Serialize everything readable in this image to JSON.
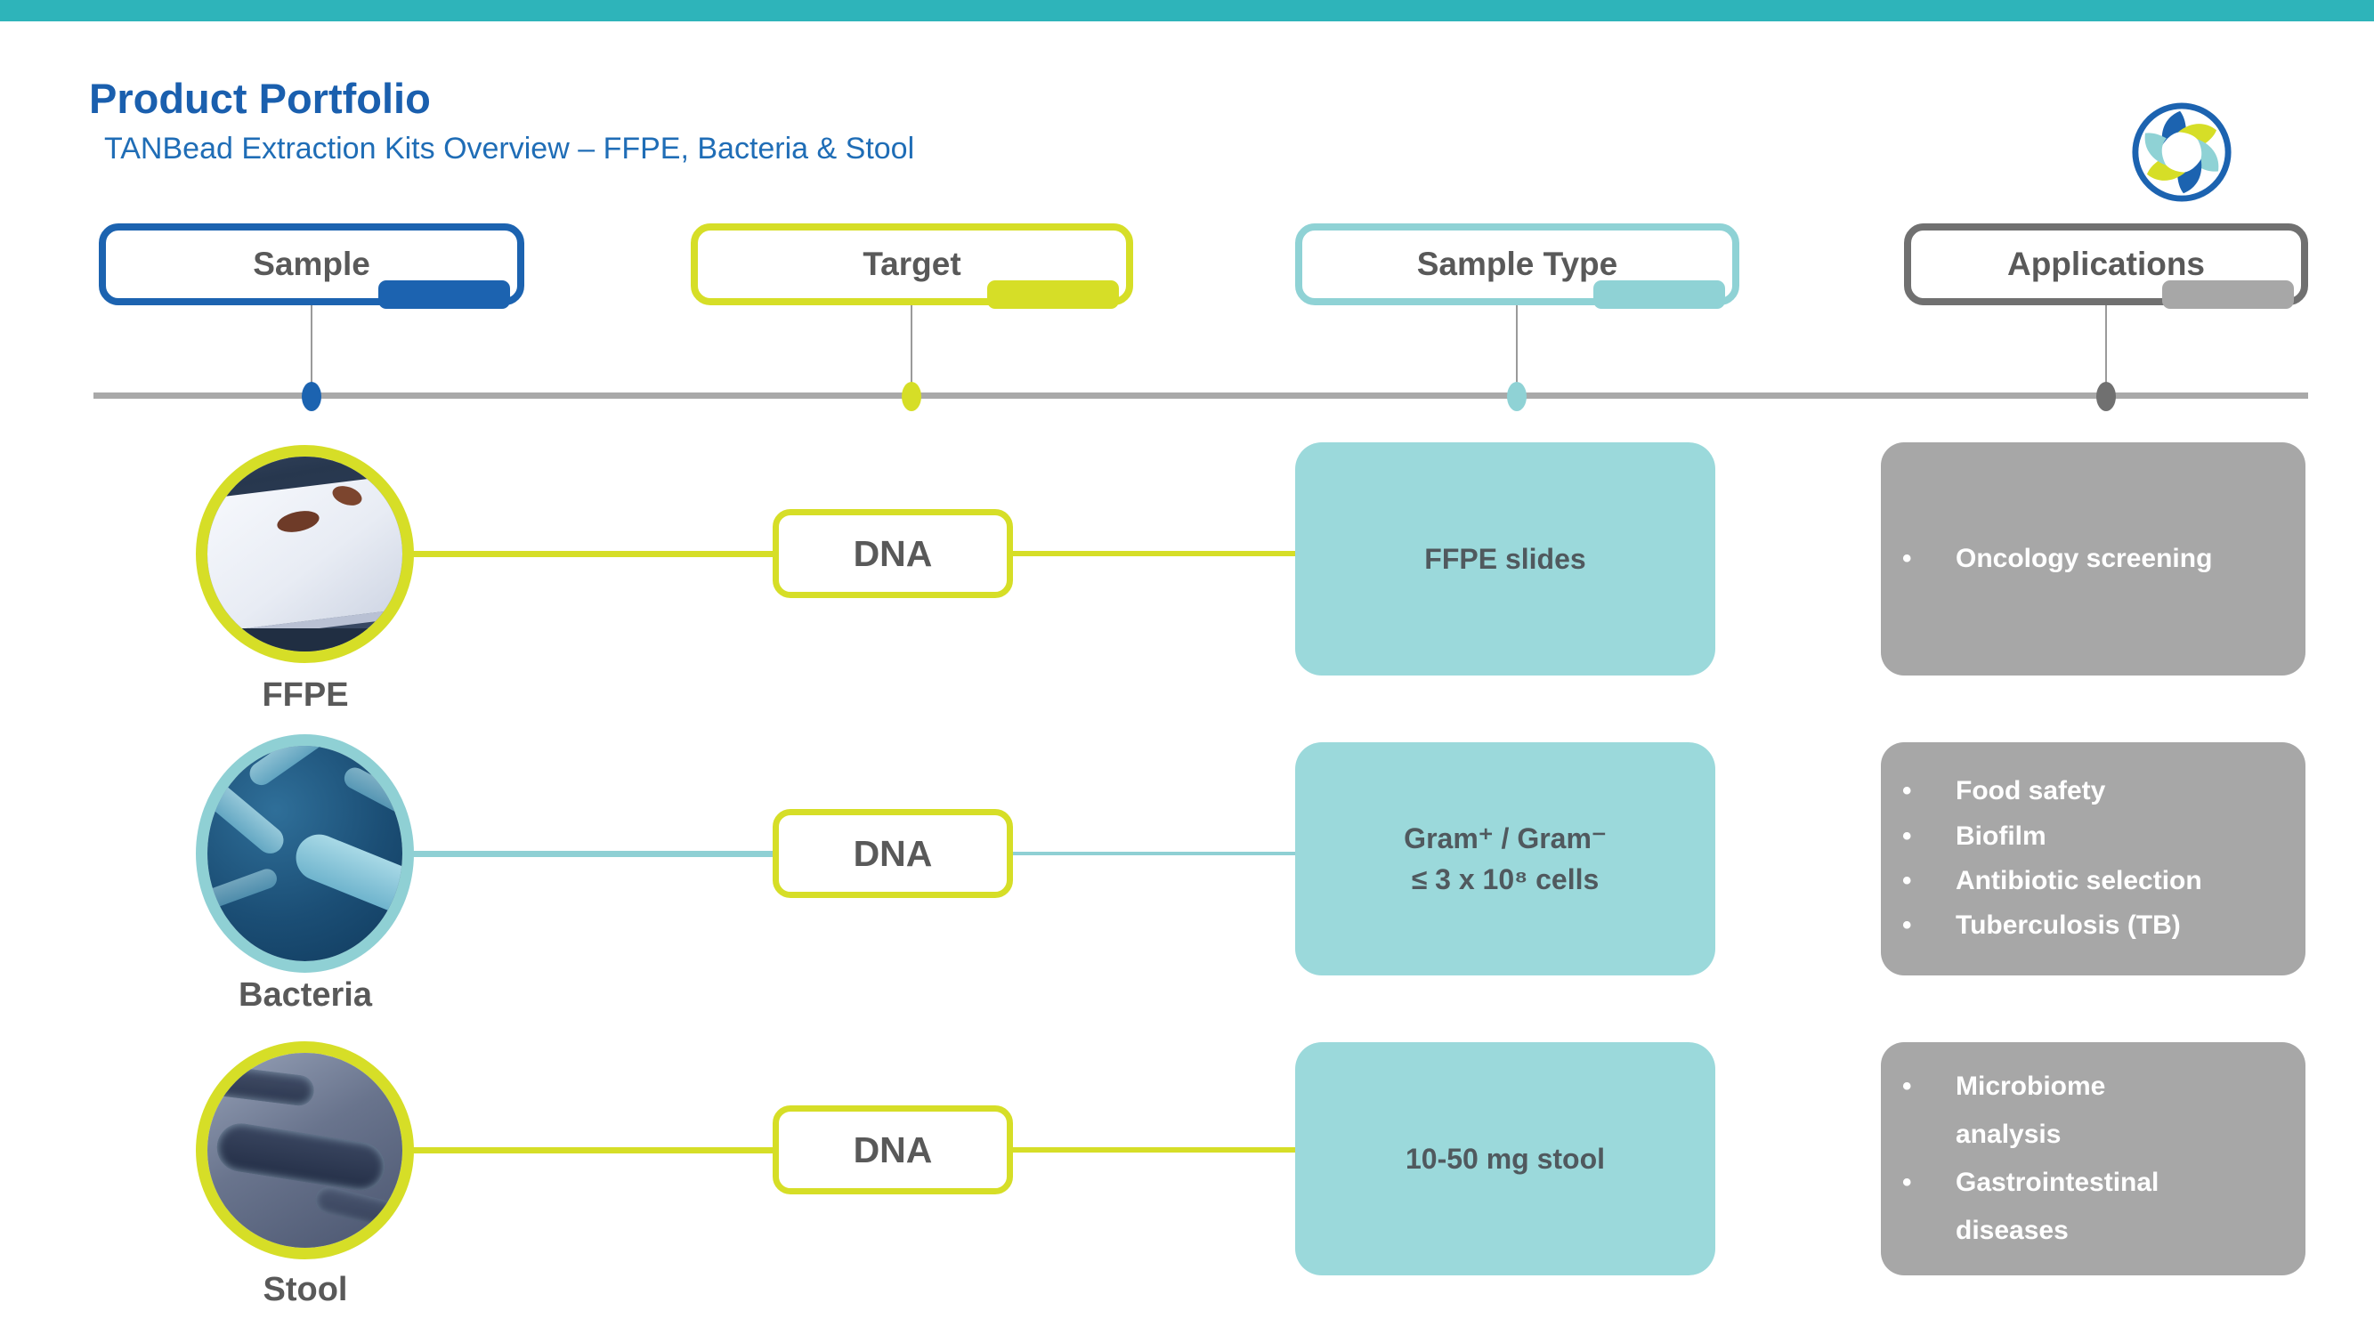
{
  "header": {
    "title": "Product Portfolio",
    "subtitle": "TANBead Extraction Kits Overview – FFPE, Bacteria & Stool",
    "logo": "tanbead-swirl-logo"
  },
  "colors": {
    "top_bar_teal": "#2EB4BA",
    "title_blue": "#1A5FAE",
    "accent_blue": "#1C63B0",
    "accent_yellow": "#D6DE27",
    "accent_teal": "#8FD2D5",
    "sample_type_fill": "#9BD9DB",
    "applications_fill": "#A7A7A7",
    "applications_border": "#707070",
    "timeline_gray": "#A9A9A9",
    "text_gray": "#595959"
  },
  "columns": [
    {
      "label": "Sample"
    },
    {
      "label": "Target"
    },
    {
      "label": "Sample Type"
    },
    {
      "label": "Applications"
    }
  ],
  "rows": [
    {
      "sample_label": "FFPE",
      "target_label": "DNA",
      "sample_type": "FFPE slides",
      "applications": [
        "Oncology screening"
      ]
    },
    {
      "sample_label": "Bacteria",
      "target_label": "DNA",
      "sample_type_line1": "Gram⁺ / Gram⁻",
      "sample_type_line2": "≤ 3 x 10⁸ cells",
      "applications": [
        "Food safety",
        "Biofilm",
        "Antibiotic selection",
        "Tuberculosis (TB)"
      ]
    },
    {
      "sample_label": "Stool",
      "target_label": "DNA",
      "sample_type": "10-50 mg stool",
      "applications": [
        "Microbiome analysis",
        "Gastrointestinal diseases"
      ]
    }
  ]
}
